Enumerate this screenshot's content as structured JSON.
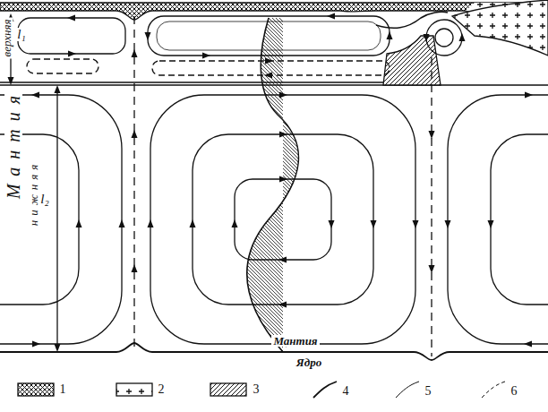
{
  "diagram": {
    "labels": [
      "верхняя",
      "Мантия",
      "нижняя",
      "l₁",
      "l₂",
      "Мантия",
      "Ядро"
    ],
    "legend": [
      {
        "text": "1"
      },
      {
        "text": "2"
      },
      {
        "text": "3"
      },
      {
        "text": "4"
      },
      {
        "text": "5"
      },
      {
        "text": "6"
      }
    ]
  }
}
